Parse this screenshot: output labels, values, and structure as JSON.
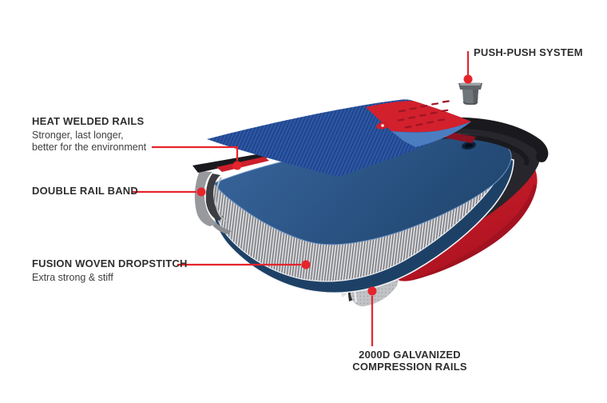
{
  "labels": {
    "push_push": {
      "title": "PUSH-PUSH SYSTEM"
    },
    "heat_welded": {
      "title": "HEAT WELDED RAILS",
      "sub1": "Stronger, last longer,",
      "sub2": "better for the environment"
    },
    "double_rail": {
      "title": "DOUBLE RAIL BAND"
    },
    "fusion_woven": {
      "title": "FUSION WOVEN DROPSTITCH",
      "sub": "Extra strong & stiff"
    },
    "compression": {
      "line1": "2000D GALVANIZED",
      "line2": "COMPRESSION RAILS"
    }
  },
  "colors": {
    "accent_red": "#e6242b",
    "hull_red": "#cf1e2d",
    "deck_blue": "#2c57a5",
    "skin_blue": "#2d5a92",
    "band_black": "#1a1a1e",
    "fabric_gray": "#c2c3c6",
    "heading_text": "#2e2e2e",
    "body_text": "#3f3f3f",
    "background": "#ffffff"
  }
}
